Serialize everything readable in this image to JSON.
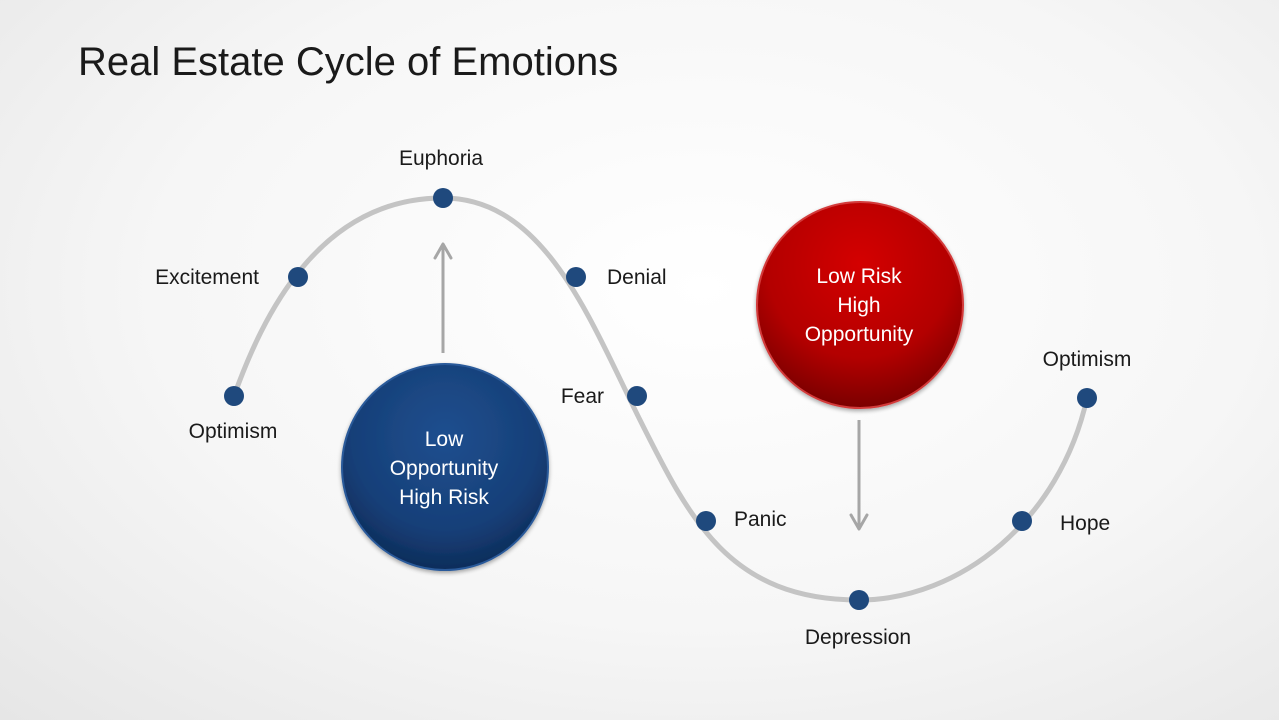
{
  "title": "Real Estate Cycle of Emotions",
  "colors": {
    "curve": "#c4c4c4",
    "dot": "#1f497d",
    "blue_circle": "#17407a",
    "red_circle": "#c00000",
    "arrow": "#a6a6a6"
  },
  "stages": [
    {
      "id": "optimism-start",
      "label": "Optimism"
    },
    {
      "id": "excitement",
      "label": "Excitement"
    },
    {
      "id": "euphoria",
      "label": "Euphoria"
    },
    {
      "id": "denial",
      "label": "Denial"
    },
    {
      "id": "fear",
      "label": "Fear"
    },
    {
      "id": "panic",
      "label": "Panic"
    },
    {
      "id": "depression",
      "label": "Depression"
    },
    {
      "id": "hope",
      "label": "Hope"
    },
    {
      "id": "optimism-end",
      "label": "Optimism"
    }
  ],
  "blue_circle": {
    "lines": [
      "Low",
      "Opportunity",
      "High Risk"
    ]
  },
  "red_circle": {
    "lines": [
      "Low Risk",
      "High",
      "Opportunity"
    ]
  }
}
